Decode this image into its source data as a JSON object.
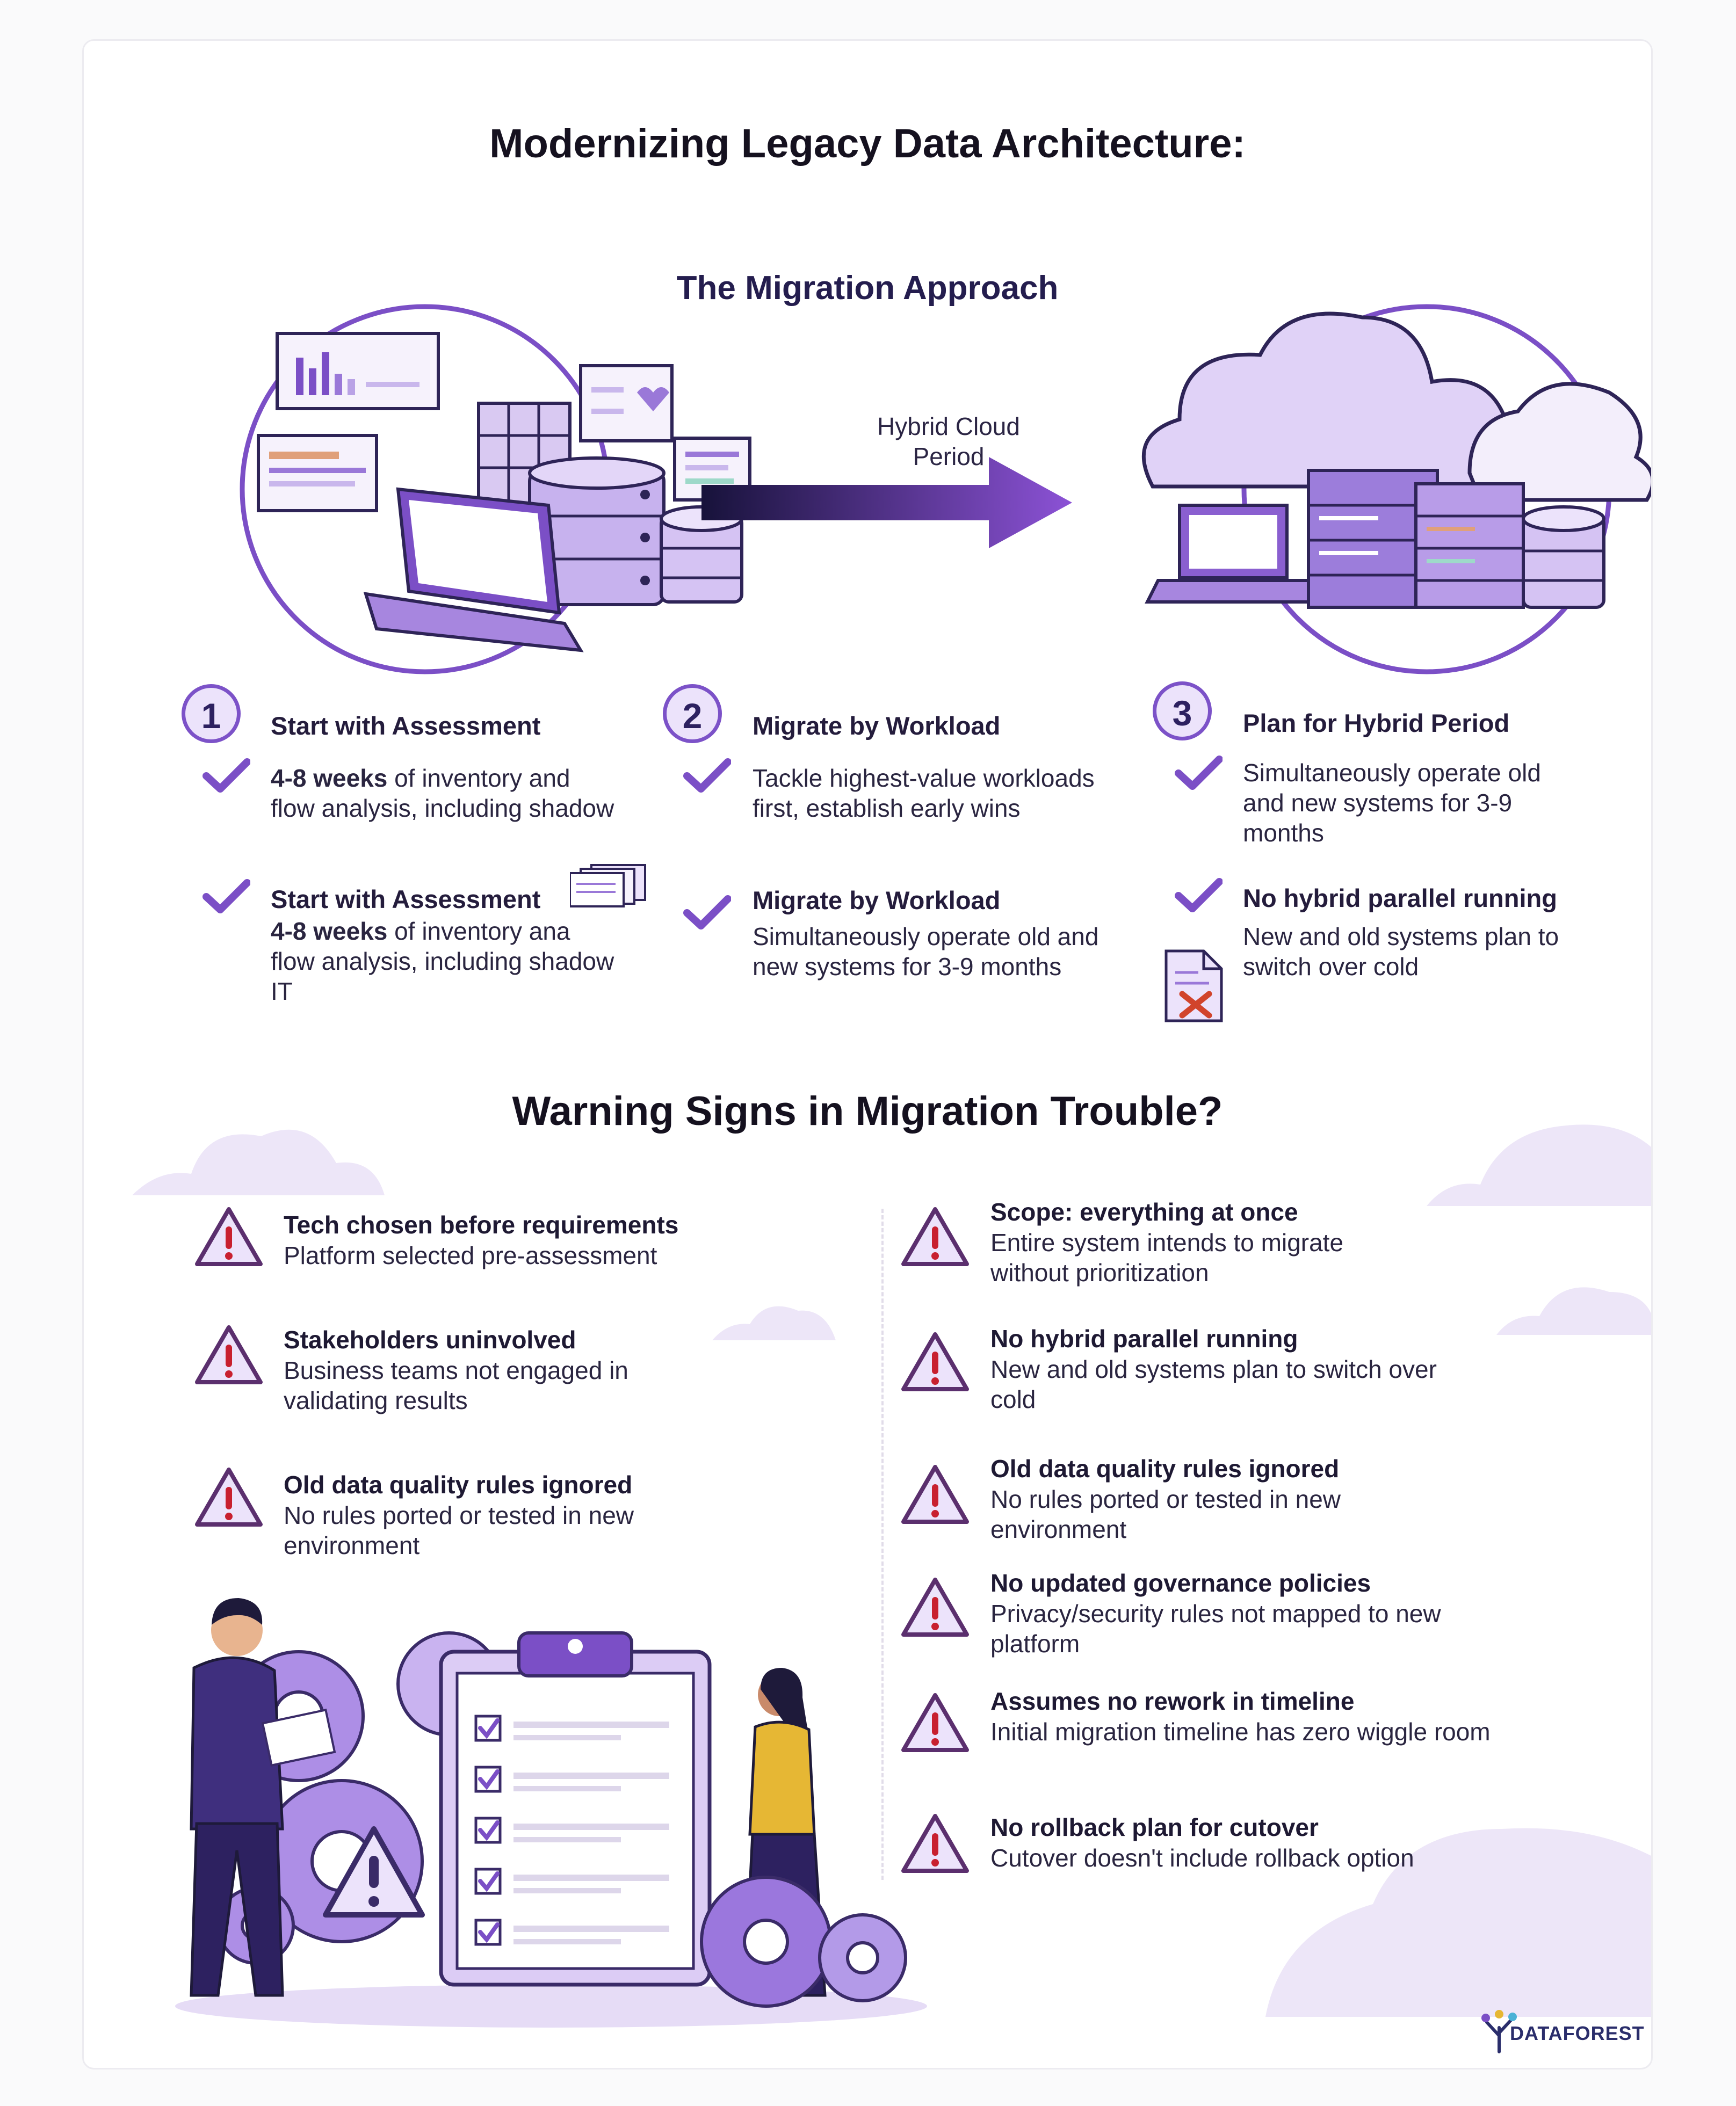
{
  "header": {
    "title": "Modernizing Legacy Data Architecture:",
    "subtitle": "The Migration Approach"
  },
  "arrow": {
    "label_line1": "Hybrid Cloud",
    "label_line2": "Period"
  },
  "steps": [
    {
      "number": "1",
      "title": "Start with Assessment",
      "bullet1": {
        "emphasis": "4-8 weeks",
        "text": " of inventory and flow analysis, including shadow"
      },
      "bullet2": {
        "title": "Start with Assessment",
        "emphasis": "4-8 weeks",
        "text": " of inventory ana flow analysis, including shadow IT"
      }
    },
    {
      "number": "2",
      "title": "Migrate by Workload",
      "bullet1": {
        "text": "Tackle highest-value workloads first, establish early wins"
      },
      "bullet2": {
        "title": "Migrate by Workload",
        "text": "Simultaneously operate old and new systems for 3-9 months"
      }
    },
    {
      "number": "3",
      "title": "Plan for Hybrid Period",
      "bullet1": {
        "text": "Simultaneously operate old and new systems for 3-9 months"
      },
      "bullet2": {
        "title": "No hybrid parallel running",
        "text": "New and old systems plan to switch over cold"
      }
    }
  ],
  "warnings": {
    "title": "Warning Signs in Migration Trouble?",
    "left": [
      {
        "title": "Tech chosen before requirements",
        "desc": "Platform selected pre-assessment"
      },
      {
        "title": "Stakeholders uninvolved",
        "desc": "Business teams not engaged in validating results"
      },
      {
        "title": "Old data quality rules ignored",
        "desc": "No rules ported or tested in new environment"
      }
    ],
    "right": [
      {
        "title": "Scope: everything at once",
        "desc": "Entire system intends to migrate without prioritization"
      },
      {
        "title": "No hybrid parallel running",
        "desc": "New and old systems plan to switch over cold"
      },
      {
        "title": "Old data quality rules ignored",
        "desc": "No rules ported or tested in new environment"
      },
      {
        "title": "No updated governance policies",
        "desc": "Privacy/security rules not mapped to new platform"
      },
      {
        "title": "Assumes no rework in timeline",
        "desc": "Initial migration timeline has zero wiggle room"
      },
      {
        "title": "No rollback plan for cutover",
        "desc": "Cutover doesn't include rollback option"
      }
    ]
  },
  "logo": {
    "text": "DATAFOREST"
  },
  "colors": {
    "accent": "#7b4fc6",
    "accent_light": "#e7dcf8",
    "warning": "#c8202f",
    "dark": "#1e1a3a"
  },
  "icons": [
    "check-icon",
    "warning-icon",
    "document-stack-icon",
    "rejected-document-icon",
    "cloud-icon",
    "database-icon",
    "laptop-icon",
    "gear-icon",
    "clipboard-icon"
  ]
}
